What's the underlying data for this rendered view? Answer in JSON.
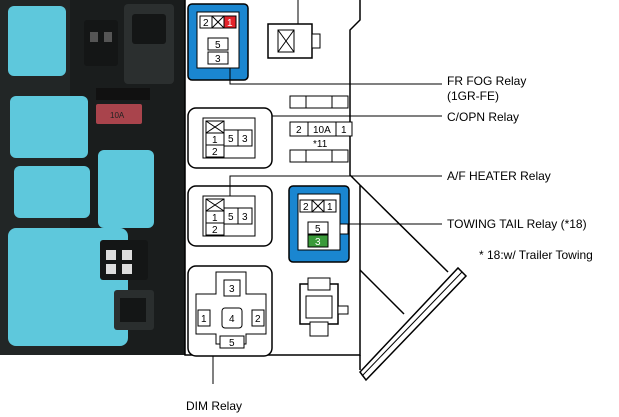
{
  "labels": {
    "fr_fog_relay": "FR FOG Relay",
    "fr_fog_relay_note": "(1GR-FE)",
    "c_opn_relay": "C/OPN Relay",
    "af_heater_relay": "A/F HEATER Relay",
    "towing_tail_relay": "TOWING TAIL Relay (*18)",
    "trailer_note": "* 18:w/ Trailer Towing",
    "dim_relay": "DIM Relay"
  },
  "fuse": {
    "left_pin": "2",
    "rating": "10A",
    "right_pin": "1",
    "note": "*11"
  },
  "pins": {
    "p1": "1",
    "p2": "2",
    "p3": "3",
    "p4": "4",
    "p5": "5"
  },
  "photo": {
    "fuse_marking": "10A"
  },
  "colors": {
    "relay_highlight": "#1a86d0",
    "pin_red": "#e3242b",
    "pin_green": "#3a9a3a",
    "relay_blue": "#5ec8dc"
  }
}
